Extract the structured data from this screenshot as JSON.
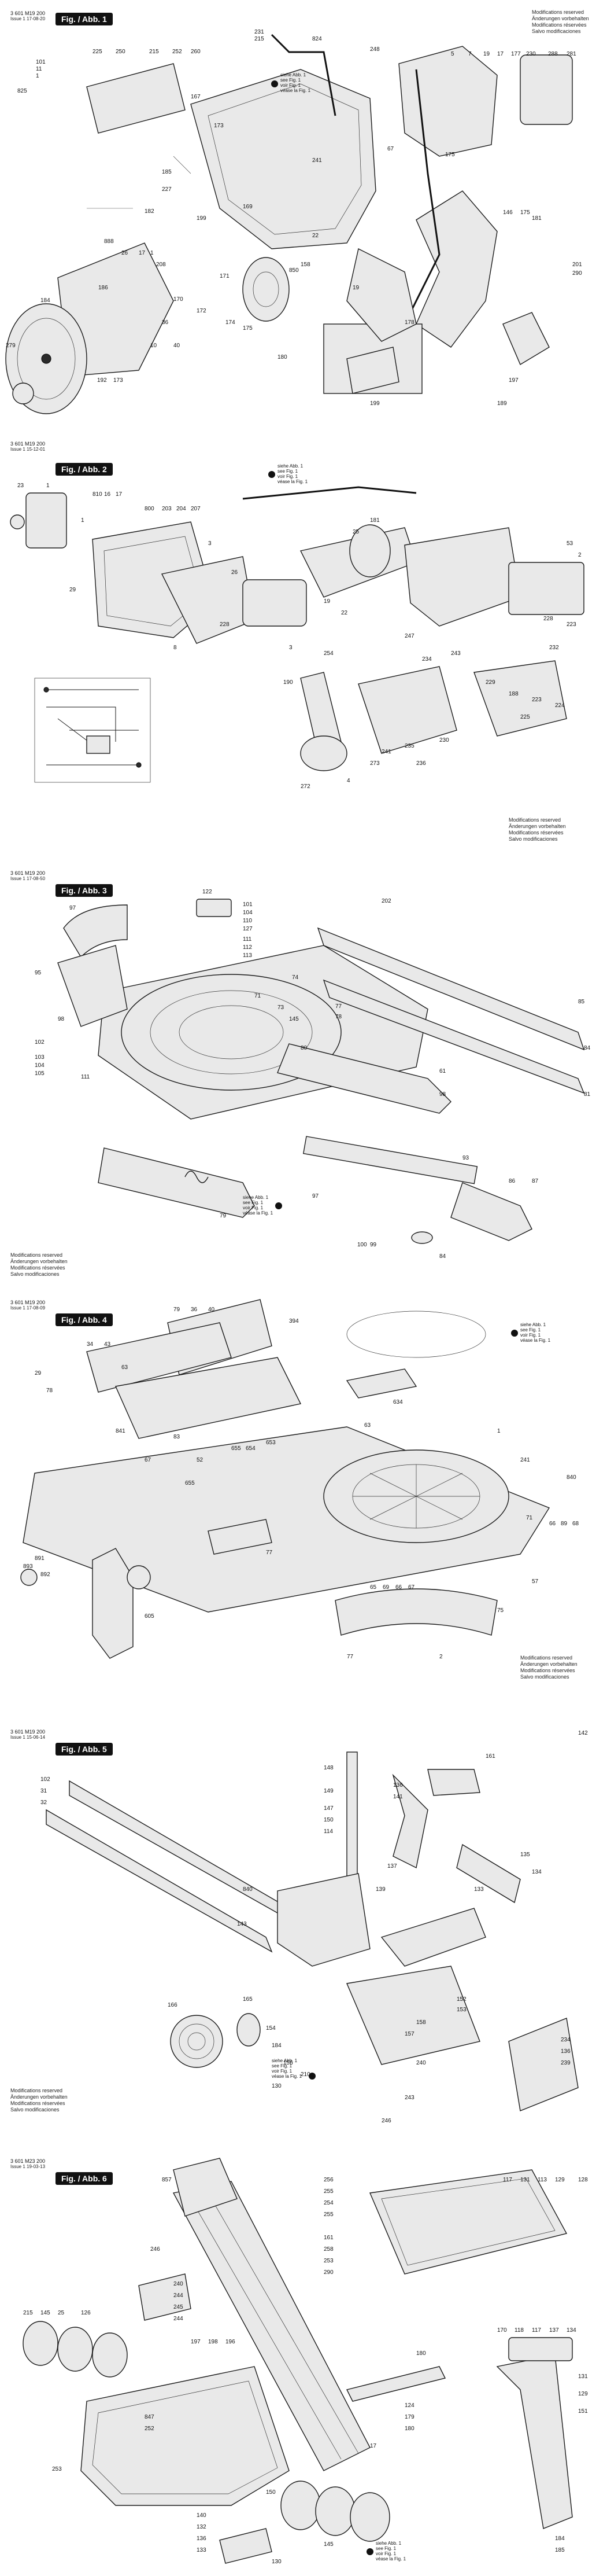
{
  "sheets": [
    {
      "doc_number": "3 601 M19 200",
      "issue": "Issue 1 17-08-20",
      "fig_label": "Fig. / Abb. 1",
      "modifications": [
        "Modifications reserved",
        "Änderungen vorbehalten",
        "Modifications réservées",
        "Salvo modificaciones"
      ]
    },
    {
      "doc_number": "3 601 M19 200",
      "issue": "Issue 1 15-12-01",
      "fig_label": "Fig. / Abb. 2",
      "modifications": [
        "Modifications reserved",
        "Änderungen vorbehalten",
        "Modifications réservées",
        "Salvo modificaciones"
      ]
    },
    {
      "doc_number": "3 601 M19 200",
      "issue": "Issue 1 17-08-50",
      "fig_label": "Fig. / Abb. 3",
      "modifications": [
        "Modifications reserved",
        "Änderungen vorbehalten",
        "Modifications réservées",
        "Salvo modificaciones"
      ]
    },
    {
      "doc_number": "3 601 M19 200",
      "issue": "Issue 1 17-08-09",
      "fig_label": "Fig. / Abb. 4",
      "modifications": [
        "Modifications reserved",
        "Änderungen vorbehalten",
        "Modifications réservées",
        "Salvo modificaciones"
      ]
    },
    {
      "doc_number": "3 601 M19 200",
      "issue": "Issue 1 15-06-14",
      "fig_label": "Fig. / Abb. 5",
      "modifications": [
        "Modifications reserved",
        "Änderungen vorbehalten",
        "Modifications réservées",
        "Salvo modificaciones"
      ]
    },
    {
      "doc_number": "3 601 M23 200",
      "issue": "Issue 1 19-03-13",
      "fig_label": "Fig. / Abb. 6",
      "modifications": []
    }
  ],
  "cross_ref_note": [
    "siehe Abb. 1",
    "see Fig. 1",
    "voir Fig. 1",
    "véase la Fig. 1"
  ],
  "labels": {
    "s1": [
      "101",
      "11",
      "1",
      "225",
      "250",
      "215",
      "252",
      "260",
      "231",
      "215",
      "824",
      "248",
      "5",
      "7",
      "19",
      "17",
      "177",
      "230",
      "288",
      "281",
      "825",
      "167",
      "173",
      "185",
      "227",
      "199",
      "169",
      "888",
      "17",
      "1",
      "26",
      "208",
      "850",
      "171",
      "172",
      "174",
      "175",
      "22",
      "19",
      "158",
      "192",
      "173",
      "279",
      "201",
      "290",
      "178",
      "197",
      "189",
      "199",
      "184",
      "182",
      "186",
      "170",
      "180",
      "241",
      "146",
      "175",
      "181",
      "67",
      "175",
      "40",
      "36",
      "10"
    ],
    "s2": [
      "23",
      "1",
      "810",
      "16",
      "17",
      "800",
      "203",
      "204",
      "207",
      "1",
      "3",
      "29",
      "26",
      "228",
      "19",
      "22",
      "181",
      "25",
      "8",
      "254",
      "3",
      "247",
      "234",
      "243",
      "228",
      "223",
      "232",
      "229",
      "188",
      "223",
      "224",
      "225",
      "273",
      "241",
      "4",
      "190",
      "272",
      "230",
      "235",
      "236",
      "53",
      "2"
    ],
    "s3": [
      "122",
      "101",
      "104",
      "110",
      "127",
      "111",
      "112",
      "113",
      "202",
      "85",
      "97",
      "95",
      "98",
      "102",
      "103",
      "104",
      "105",
      "111",
      "84",
      "81",
      "71",
      "73",
      "145",
      "80",
      "74",
      "77",
      "78",
      "61",
      "98",
      "97",
      "100",
      "99",
      "93",
      "86",
      "87",
      "84",
      "79"
    ],
    "s4": [
      "79",
      "36",
      "40",
      "63",
      "394",
      "34",
      "43",
      "29",
      "78",
      "841",
      "83",
      "655",
      "654",
      "655",
      "77",
      "52",
      "653",
      "67",
      "891",
      "893",
      "892",
      "605",
      "634",
      "63",
      "1",
      "241",
      "840",
      "71",
      "66",
      "89",
      "68",
      "57",
      "75",
      "65",
      "69",
      "66",
      "67",
      "77",
      "2"
    ],
    "s5": [
      "142",
      "161",
      "102",
      "31",
      "32",
      "148",
      "149",
      "147",
      "150",
      "114",
      "840",
      "136",
      "141",
      "135",
      "134",
      "133",
      "137",
      "139",
      "143",
      "166",
      "165",
      "154",
      "184",
      "156",
      "152",
      "153",
      "158",
      "157",
      "234",
      "136",
      "239",
      "240",
      "243",
      "130",
      "246",
      "210"
    ],
    "s6": [
      "256",
      "857",
      "255",
      "254",
      "255",
      "161",
      "258",
      "253",
      "290",
      "117",
      "131",
      "113",
      "129",
      "128",
      "246",
      "215",
      "145",
      "25",
      "126",
      "240",
      "244",
      "245",
      "244",
      "197",
      "198",
      "196",
      "180",
      "847",
      "252",
      "253",
      "124",
      "179",
      "180",
      "17",
      "170",
      "118",
      "117",
      "137",
      "134",
      "131",
      "129",
      "151",
      "150",
      "145",
      "140",
      "132",
      "136",
      "133",
      "130",
      "184",
      "185"
    ]
  }
}
